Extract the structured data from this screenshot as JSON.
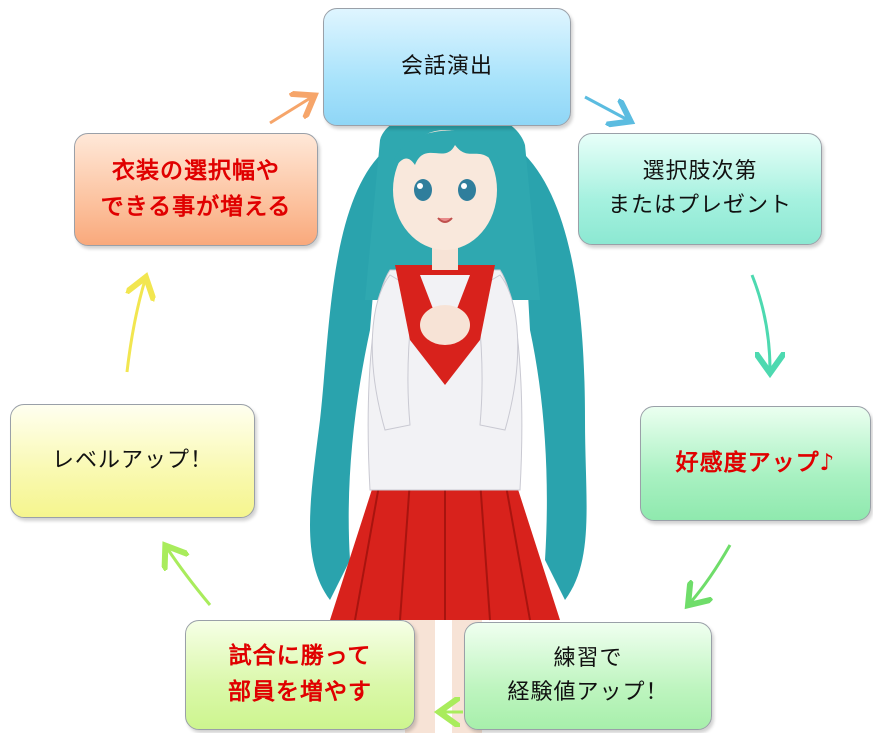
{
  "cycle": {
    "conversation": {
      "line1": "会話演出"
    },
    "choices": {
      "line1": "選択肢次第",
      "line2": "またはプレゼント"
    },
    "affection": {
      "line1": "好感度アップ♪"
    },
    "practice": {
      "line1": "練習で",
      "line2": "経験値アップ！"
    },
    "match": {
      "line1": "試合に勝って",
      "line2": "部員を増やす"
    },
    "levelup": {
      "line1": "レベルアップ！"
    },
    "costume": {
      "line1": "衣装の選択幅や",
      "line2": "できる事が増える"
    }
  },
  "colors": {
    "emphasis_text": "#e00000",
    "normal_text": "#111111",
    "hair": "#2fa8b0",
    "uniform_red": "#d8221c",
    "uniform_white": "#f2f2f5"
  },
  "icons": [
    "girl-illustration",
    "cycle-arrow"
  ]
}
